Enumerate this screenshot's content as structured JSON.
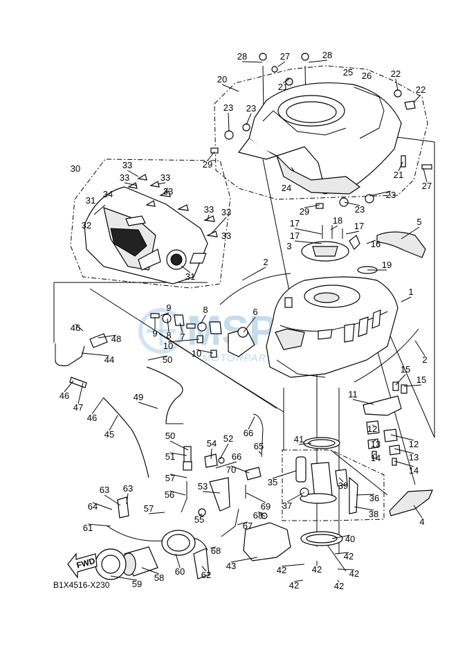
{
  "diagram": {
    "code": "B1X4516-X230",
    "fwd_label": "FWD",
    "watermark": {
      "brand": "MSP",
      "sub": "MOTORPARTS"
    }
  },
  "callouts": [
    {
      "n": "28"
    },
    {
      "n": "27"
    },
    {
      "n": "28"
    },
    {
      "n": "20"
    },
    {
      "n": "25"
    },
    {
      "n": "26"
    },
    {
      "n": "22"
    },
    {
      "n": "22"
    },
    {
      "n": "21"
    },
    {
      "n": "23"
    },
    {
      "n": "23"
    },
    {
      "n": "29"
    },
    {
      "n": "24"
    },
    {
      "n": "21"
    },
    {
      "n": "27"
    },
    {
      "n": "23"
    },
    {
      "n": "29"
    },
    {
      "n": "23"
    },
    {
      "n": "30"
    },
    {
      "n": "33"
    },
    {
      "n": "33"
    },
    {
      "n": "33"
    },
    {
      "n": "33"
    },
    {
      "n": "34"
    },
    {
      "n": "31"
    },
    {
      "n": "33"
    },
    {
      "n": "33"
    },
    {
      "n": "32"
    },
    {
      "n": "33"
    },
    {
      "n": "31"
    },
    {
      "n": "18"
    },
    {
      "n": "17"
    },
    {
      "n": "17"
    },
    {
      "n": "17"
    },
    {
      "n": "16"
    },
    {
      "n": "5"
    },
    {
      "n": "3"
    },
    {
      "n": "19"
    },
    {
      "n": "2"
    },
    {
      "n": "1"
    },
    {
      "n": "9"
    },
    {
      "n": "8"
    },
    {
      "n": "9"
    },
    {
      "n": "8"
    },
    {
      "n": "7"
    },
    {
      "n": "6"
    },
    {
      "n": "10"
    },
    {
      "n": "10"
    },
    {
      "n": "2"
    },
    {
      "n": "46"
    },
    {
      "n": "48"
    },
    {
      "n": "44"
    },
    {
      "n": "50"
    },
    {
      "n": "15"
    },
    {
      "n": "15"
    },
    {
      "n": "11"
    },
    {
      "n": "46"
    },
    {
      "n": "47"
    },
    {
      "n": "46"
    },
    {
      "n": "49"
    },
    {
      "n": "12"
    },
    {
      "n": "12"
    },
    {
      "n": "13"
    },
    {
      "n": "13"
    },
    {
      "n": "14"
    },
    {
      "n": "14"
    },
    {
      "n": "45"
    },
    {
      "n": "66"
    },
    {
      "n": "41"
    },
    {
      "n": "52"
    },
    {
      "n": "50"
    },
    {
      "n": "54"
    },
    {
      "n": "65"
    },
    {
      "n": "51"
    },
    {
      "n": "66"
    },
    {
      "n": "70"
    },
    {
      "n": "57"
    },
    {
      "n": "53"
    },
    {
      "n": "35"
    },
    {
      "n": "39"
    },
    {
      "n": "36"
    },
    {
      "n": "37"
    },
    {
      "n": "38"
    },
    {
      "n": "4"
    },
    {
      "n": "63"
    },
    {
      "n": "63"
    },
    {
      "n": "64"
    },
    {
      "n": "56"
    },
    {
      "n": "69"
    },
    {
      "n": "57"
    },
    {
      "n": "55"
    },
    {
      "n": "68"
    },
    {
      "n": "61"
    },
    {
      "n": "67"
    },
    {
      "n": "68"
    },
    {
      "n": "40"
    },
    {
      "n": "43"
    },
    {
      "n": "42"
    },
    {
      "n": "62"
    },
    {
      "n": "58"
    },
    {
      "n": "60"
    },
    {
      "n": "42"
    },
    {
      "n": "42"
    },
    {
      "n": "42"
    },
    {
      "n": "42"
    },
    {
      "n": "42"
    },
    {
      "n": "59"
    }
  ]
}
